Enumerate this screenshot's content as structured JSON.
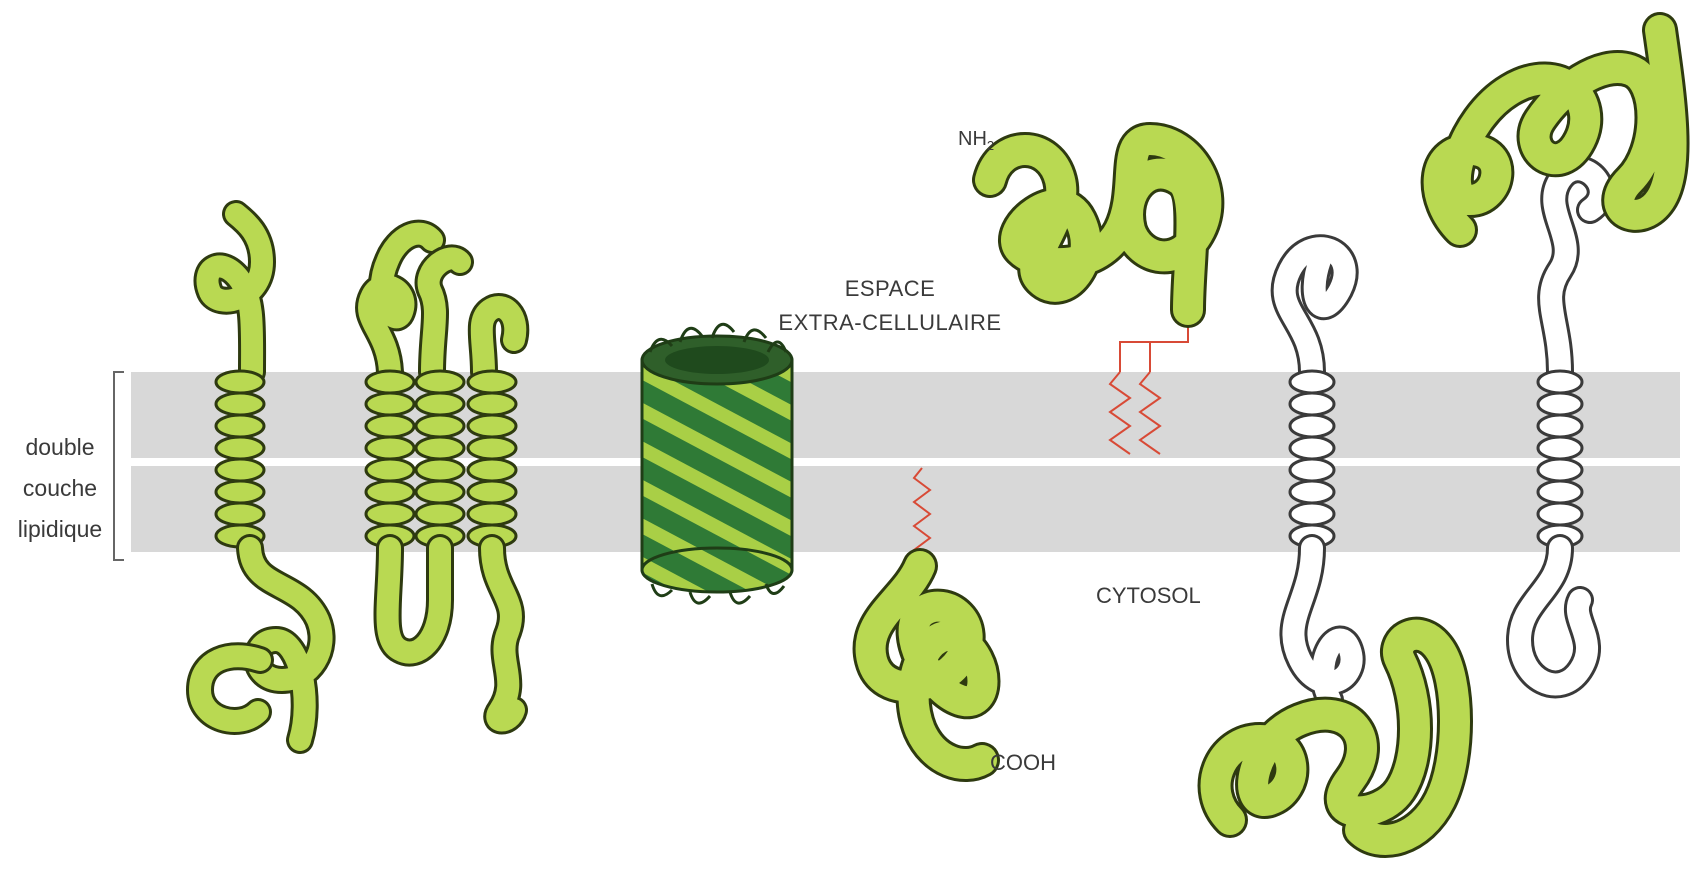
{
  "labels": {
    "bilayer_line1": "double",
    "bilayer_line2": "couche",
    "bilayer_line3": "lipidique",
    "extracellular_line1": "ESPACE",
    "extracellular_line2": "EXTRA-CELLULAIRE",
    "cytosol": "CYTOSOL",
    "n_terminus_base": "NH",
    "n_terminus_sub": "2",
    "c_terminus": "COOH"
  },
  "colors": {
    "protein_fill": "#b9d952",
    "protein_outline": "#2e3a10",
    "barrel_dark": "#2f7a36",
    "barrel_light": "#a9cf46",
    "membrane": "#d8d8d8",
    "lipid_anchor": "#d84a36",
    "unfolded_protein": "#ffffff"
  }
}
